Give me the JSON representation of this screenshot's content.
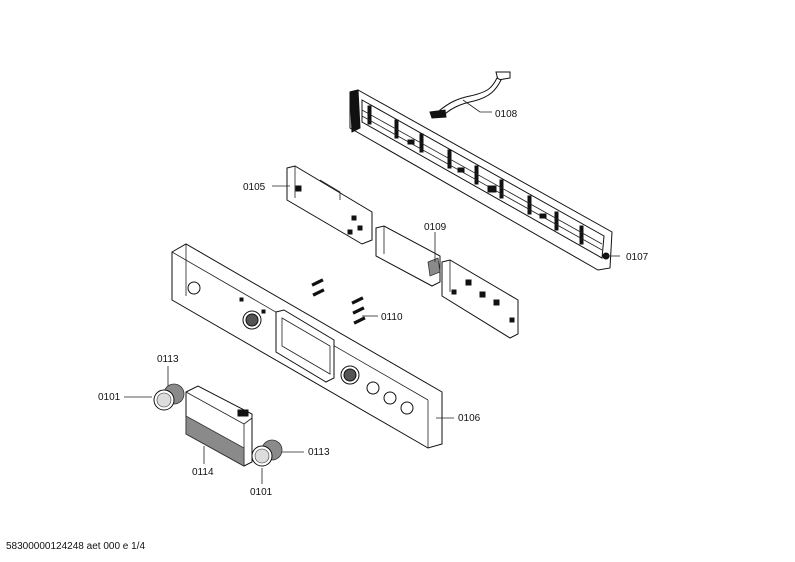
{
  "labels": {
    "p0108": "0108",
    "p0105": "0105",
    "p0109": "0109",
    "p0107": "0107",
    "p0110": "0110",
    "p0113a": "0113",
    "p0101a": "0101",
    "p0106": "0106",
    "p0114": "0114",
    "p0113b": "0113",
    "p0101b": "0101"
  },
  "footer": "58300000124248 aet 000 e 1/4"
}
